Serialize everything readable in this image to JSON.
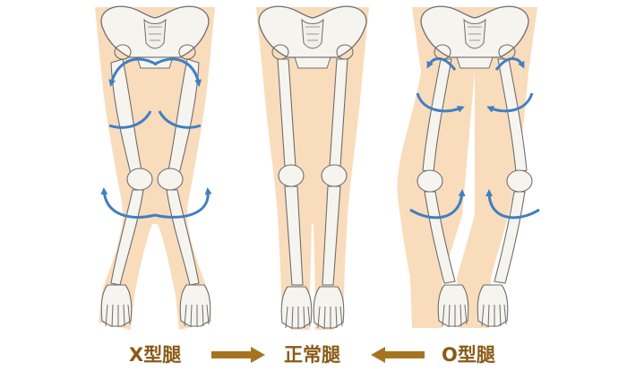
{
  "labels": {
    "x_legs": "X型腿",
    "normal": "正常腿",
    "o_legs": "O型腿"
  },
  "colors": {
    "skin": "#f9dcbc",
    "bone": "#f6f4ee",
    "bone_outline": "#6e6e6e",
    "arrow_blue": "#3f7fc2",
    "label_brown": "#8a5a16",
    "transition_arrow": "#a6741f"
  },
  "arrows": [
    {
      "from": "x_legs",
      "to": "normal"
    },
    {
      "from": "o_legs",
      "to": "normal"
    }
  ]
}
